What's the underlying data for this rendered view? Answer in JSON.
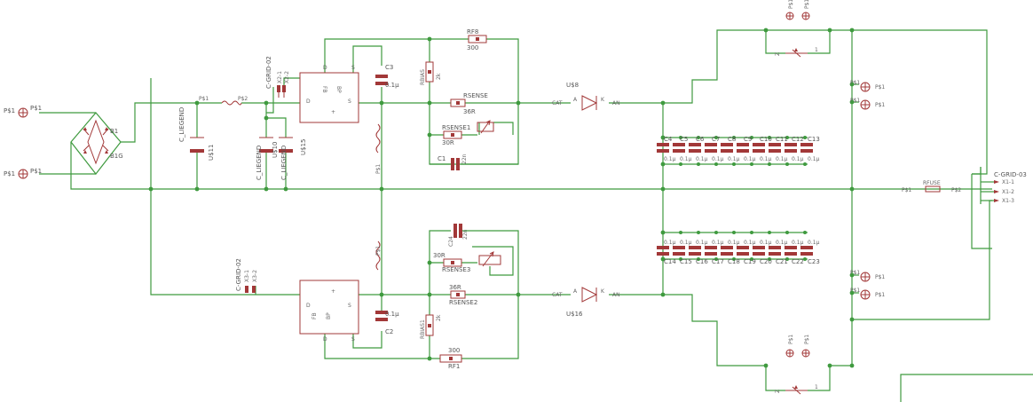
{
  "title": "",
  "colors": {
    "wire": "#3f9a3f",
    "part": "#a23838",
    "text": "#555555",
    "background": "#ffffff"
  },
  "labels": {
    "pe1_top": "P$1",
    "pe1_top_b": "P$1",
    "pe1_bot": "P$1",
    "pe1_bot_b": "P$1",
    "bridge": "B1",
    "bridge_val": "B1G",
    "jack_top": "C-GRID-02",
    "jack_top_x1": "X2-1",
    "jack_top_x2": "X2-2",
    "jack_bot": "C-GRID-02",
    "jack_bot_x1": "X3-1",
    "jack_bot_x2": "X3-2",
    "jack_out": "C-GRID-03",
    "jack_out_x1": "X1-1",
    "jack_out_x2": "X1-2",
    "jack_out_x3": "X1-3",
    "cap_liegend1": "C_LIEGEND",
    "us11": "U$11",
    "cap_liegend2": "C_LIEGEND",
    "us15": "U$15",
    "us10": "U$10",
    "cap_liegend3": "C_LIEGEND",
    "fuse_p1": "P$1",
    "fuse_p2": "P$2",
    "c3": "C3",
    "c3_val": "0.1µ",
    "c2": "C2",
    "c2_val": "0.1µ",
    "rf8": "RF8",
    "rf8_val": "300",
    "rf1": "RF1",
    "rf1_val": "300",
    "rbias2": "RBIAS",
    "rbias2_val": "2k",
    "rbias1": "RBIAS1",
    "rbias1_val": "2k",
    "rsense": "RSENSE",
    "rsense_val": "36R",
    "rsense2": "RSENSE2",
    "rsense2_val": "36R",
    "rsense1": "RSENSE1",
    "rsense1_val": "30R",
    "rsense3": "RSENSE3",
    "rsense3_val": "30R",
    "c1": "C1",
    "c1_val": "22n",
    "c24": "C24",
    "c24_val": "22n",
    "us8": "U$8",
    "us16": "U$16",
    "cat": "CAT",
    "an": "AN",
    "pin_a": "A",
    "pin_k": "K",
    "fb": "FB",
    "bp": "BP",
    "pin_s": "S",
    "pin_d": "D",
    "rfuse": "RFUSE",
    "rfuse_p1": "P$1",
    "rfuse_p2": "P$2",
    "pad_p1": "P$1"
  },
  "cap_bank_top": {
    "names": [
      "C4",
      "C5",
      "C6",
      "C7",
      "C8",
      "C9",
      "C10",
      "C11",
      "C12",
      "C13"
    ],
    "value": "0.1µ"
  },
  "cap_bank_bottom": {
    "names": [
      "C14",
      "C15",
      "C16",
      "C17",
      "C18",
      "C19",
      "C20",
      "C21",
      "C22",
      "C23"
    ],
    "value": "0.1µ"
  }
}
